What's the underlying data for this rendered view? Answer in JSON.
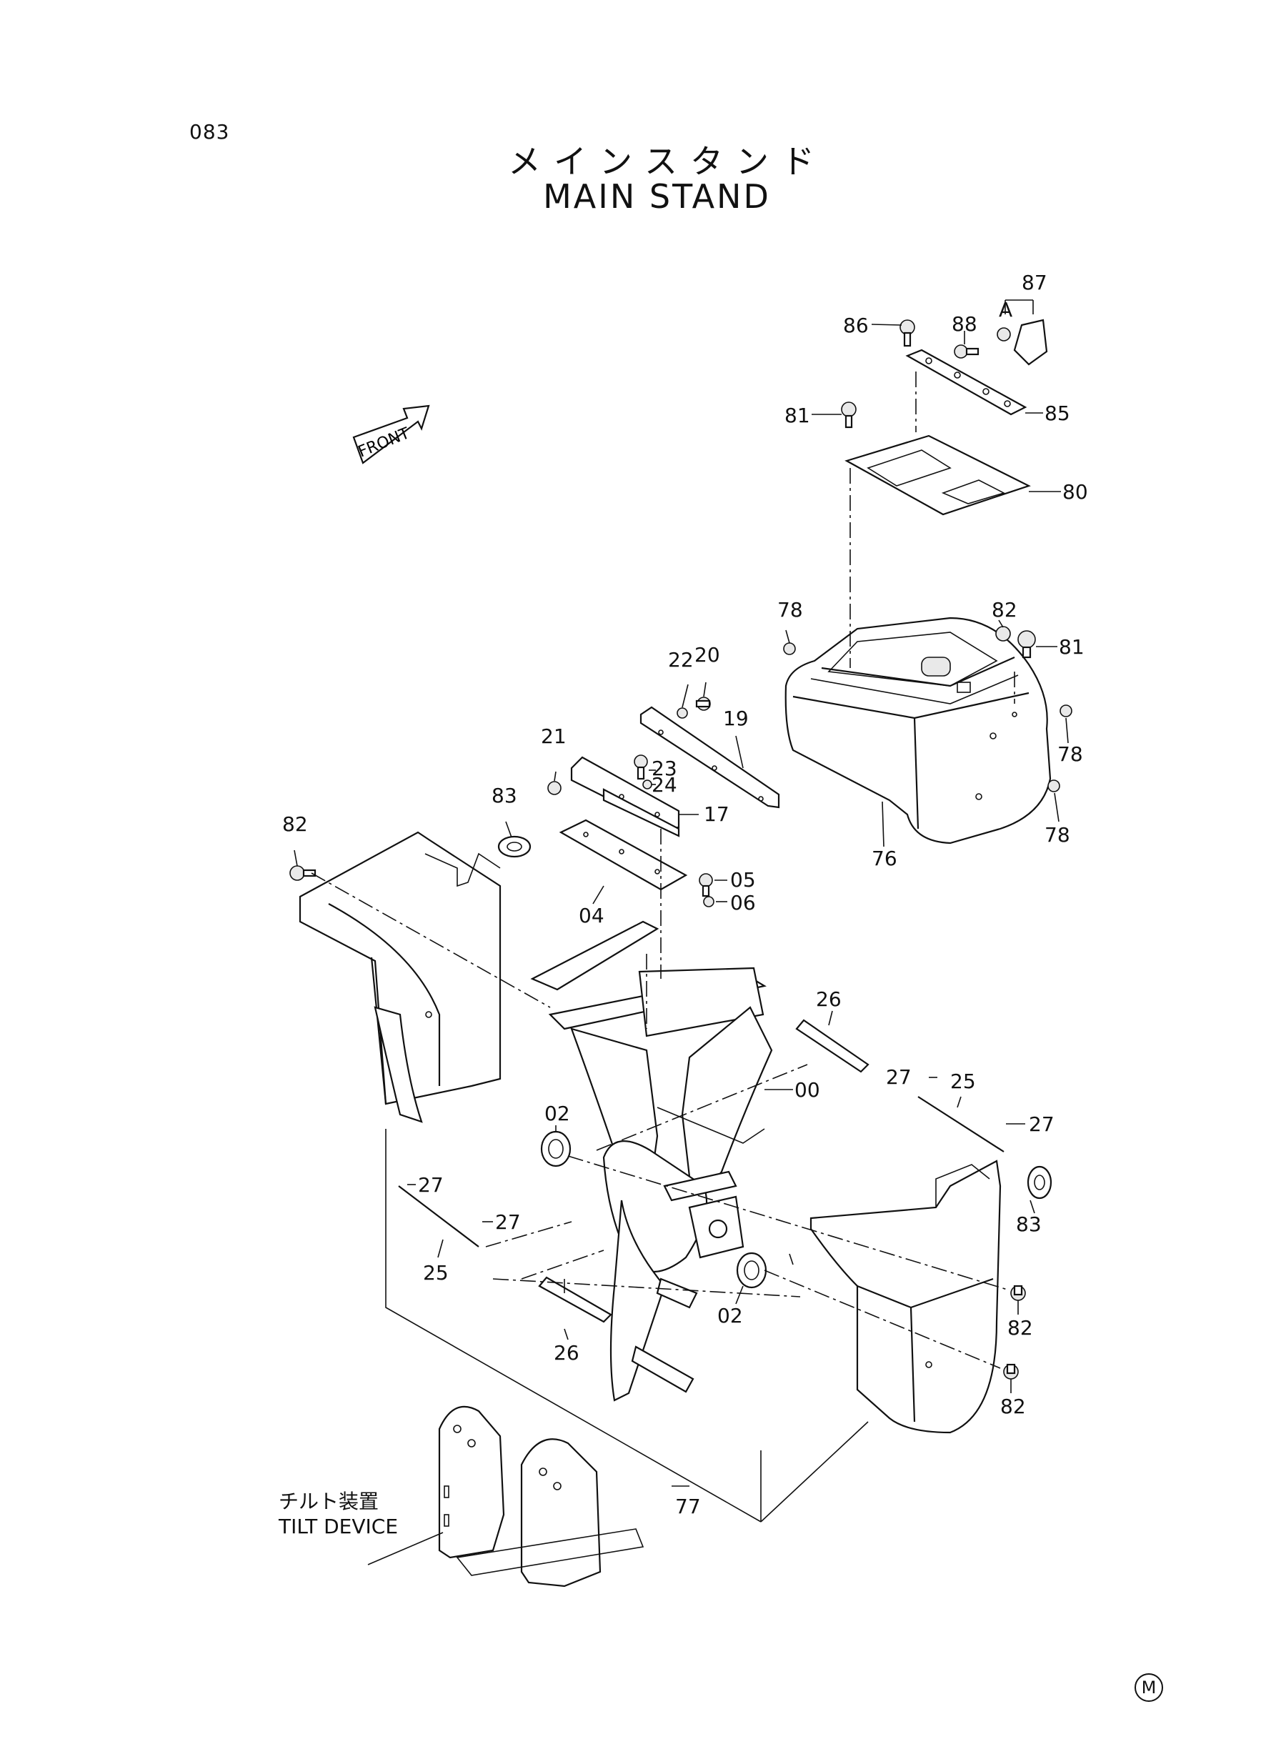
{
  "page": {
    "number": "083"
  },
  "title": {
    "japanese": "メインスタンド",
    "english": "MAIN STAND"
  },
  "front_arrow": {
    "label": "FRONT"
  },
  "subassembly": {
    "japanese": "チルト装置",
    "english": "TILT DEVICE"
  },
  "mark": "M",
  "callouts": [
    "87",
    "A",
    "86",
    "88",
    "85",
    "81",
    "80",
    "78",
    "82",
    "81",
    "78",
    "78",
    "76",
    "22",
    "20",
    "19",
    "21",
    "23",
    "24",
    "17",
    "83",
    "82",
    "05",
    "06",
    "04",
    "26",
    "00",
    "27",
    "25",
    "27",
    "02",
    "27",
    "27",
    "83",
    "25",
    "02",
    "82",
    "26",
    "82",
    "77"
  ]
}
